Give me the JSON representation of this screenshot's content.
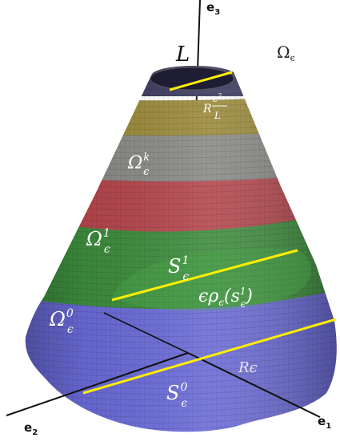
{
  "axes": {
    "e1": "e",
    "e1_sub": "1",
    "e2": "e",
    "e2_sub": "2",
    "e3": "e",
    "e3_sub": "3"
  },
  "labels": {
    "L": "L",
    "omega_eps": "Ω",
    "omega_eps_sub": "ϵ",
    "omega_k": "Ω",
    "omega_k_sup": "k",
    "omega_k_sub": "ϵ",
    "omega_1": "Ω",
    "omega_1_sup": "1",
    "omega_1_sub": "ϵ",
    "omega_0": "Ω",
    "omega_0_sup": "0",
    "omega_0_sub": "ϵ",
    "s1": "S",
    "s1_sup": "1",
    "s1_sub": "ϵ",
    "s0": "S",
    "s0_sup": "0",
    "s0_sub": "ϵ",
    "eps_rho": "ϵρ",
    "eps_rho_sub": "ϵ",
    "eps_rho_arg": "(s",
    "eps_rho_arg_sup": "1",
    "eps_rho_arg_sub": "ϵ",
    "eps_rho_close": ")",
    "r_eps": "Rϵ",
    "r_top": "R",
    "r_top_num": "ϵ",
    "r_top_num_sup": "2",
    "r_top_den": "L"
  },
  "colors": {
    "band_top": "#3b3a5e",
    "band_yellow": "#9b8a3a",
    "band_gray": "#8a8a86",
    "band_red": "#b4474d",
    "band_green": "#3e8d3e",
    "band_blue": "#6b6bd8",
    "highlight_lines": "#ffee00",
    "axes": "#111111"
  }
}
